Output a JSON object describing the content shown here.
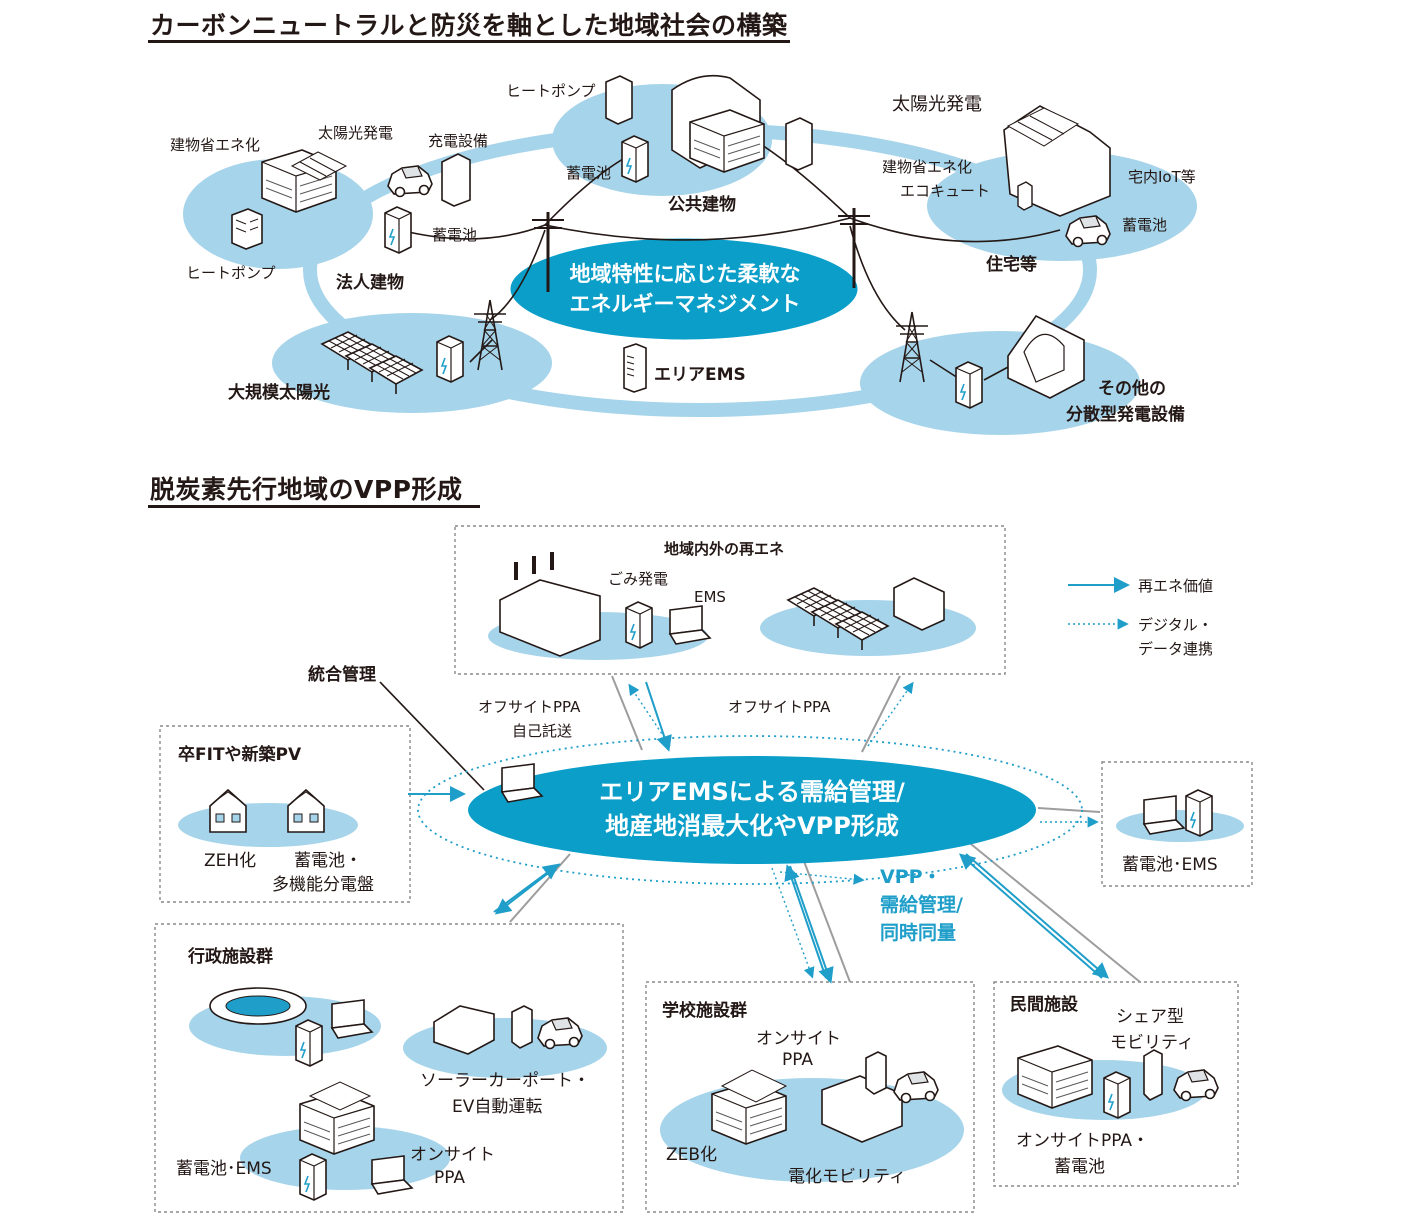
{
  "section1": {
    "title": "カーボンニュートラルと防災を軸とした地域社会の構築",
    "center_line1": "地域特性に応じた柔軟な",
    "center_line2": "エネルギーマネジメント",
    "area_ems": "エリアEMS",
    "corporate": {
      "name": "法人建物",
      "heat_pump": "ヒートポンプ",
      "zeb": "建物省エネ化",
      "solar": "太陽光発電",
      "charger": "充電設備",
      "battery": "蓄電池"
    },
    "public": {
      "name": "公共建物",
      "heat_pump": "ヒートポンプ",
      "battery": "蓄電池"
    },
    "house": {
      "name": "住宅等",
      "solar": "太陽光発電",
      "zeb": "建物省エネ化",
      "ecocute": "エコキュート",
      "iot": "宅内IoT等",
      "battery": "蓄電池"
    },
    "mega_solar": "大規模太陽光",
    "other_gen_line1": "その他の",
    "other_gen_line2": "分散型発電設備"
  },
  "section2": {
    "title": "脱炭素先行地域のVPP形成",
    "center_line1": "エリアEMSによる需給管理/",
    "center_line2": "地産地消最大化やVPP形成",
    "integrated": "統合管理",
    "renewables": {
      "title": "地域内外の再エネ",
      "waste": "ごみ発電",
      "ems": "EMS"
    },
    "offsite_ppa_wheel_line1": "オフサイトPPA",
    "offsite_ppa_wheel_line2": "自己託送",
    "offsite_ppa": "オフサイトPPA",
    "legend": {
      "solid": "再エネ価値",
      "dotted_line1": "デジタル・",
      "dotted_line2": "データ連携"
    },
    "fit": {
      "title": "卒FITや新築PV",
      "zeh": "ZEH化",
      "battery_line1": "蓄電池・",
      "battery_line2": "多機能分電盤"
    },
    "battery_ems": "蓄電池･EMS",
    "vpp_line1": "VPP・",
    "vpp_line2": "需給管理/",
    "vpp_line3": "同時同量",
    "gov": {
      "title": "行政施設群",
      "carport_line1": "ソーラーカーポート・",
      "carport_line2": "EV自動運転",
      "battery_ems": "蓄電池･EMS",
      "onsite_line1": "オンサイト",
      "onsite_line2": "PPA"
    },
    "school": {
      "title": "学校施設群",
      "onsite_line1": "オンサイト",
      "onsite_line2": "PPA",
      "zeb": "ZEB化",
      "mobility": "電化モビリティ"
    },
    "private": {
      "title": "民間施設",
      "share_line1": "シェア型",
      "share_line2": "モビリティ",
      "onsite_line1": "オンサイトPPA・",
      "onsite_line2": "蓄電池"
    }
  },
  "colors": {
    "light_blue": "#a6d4ea",
    "teal": "#0a9ec9",
    "arrow": "#1f9ec9",
    "gray_line": "#9d9d9d",
    "ink": "#231815"
  },
  "icons": [
    "building-icon",
    "solar-panel-icon",
    "battery-icon",
    "ev-car-icon",
    "heat-pump-icon",
    "charger-icon",
    "pylon-icon",
    "server-icon",
    "laptop-icon",
    "factory-icon",
    "house-icon",
    "bus-icon",
    "stadium-icon",
    "carport-icon",
    "turbine-icon",
    "utility-pole-icon"
  ]
}
